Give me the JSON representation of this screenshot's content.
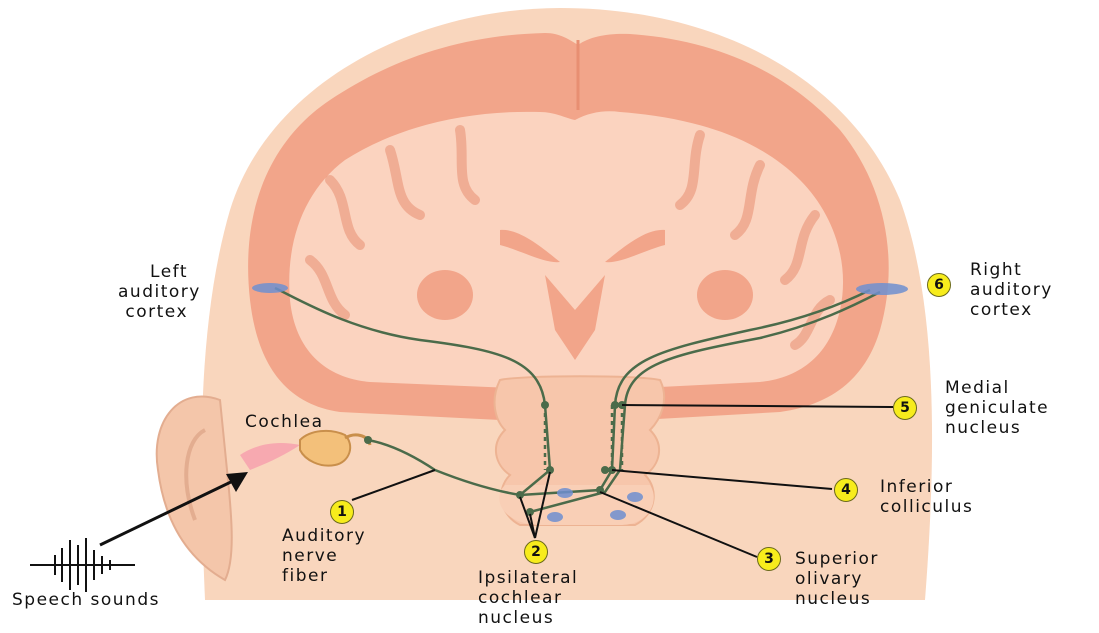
{
  "labels": {
    "left_cortex": [
      "Left",
      "auditory",
      "cortex"
    ],
    "right_cortex": [
      "Right",
      "auditory",
      "cortex"
    ],
    "medial_geniculate": [
      "Medial",
      "geniculate",
      "nucleus"
    ],
    "cochlea": "Cochlea",
    "inferior_colliculus": [
      "Inferior",
      "colliculus"
    ],
    "auditory_nerve": [
      "Auditory",
      "nerve",
      "fiber"
    ],
    "speech_sounds": "Speech sounds",
    "ipsilateral": [
      "Ipsilateral",
      "cochlear",
      "nucleus"
    ],
    "superior_olivary": [
      "Superior",
      "olivary",
      "nucleus"
    ]
  },
  "markers": [
    "1",
    "2",
    "3",
    "4",
    "5",
    "6"
  ],
  "colors": {
    "skin": "#f9d6bd",
    "brain": "#f2a58a",
    "brain_inner": "#fbd3bf",
    "pathway": "#4b6b4a",
    "nucleus_blue": "#6f8fd0",
    "marker_yellow": "#f7ec1c"
  }
}
